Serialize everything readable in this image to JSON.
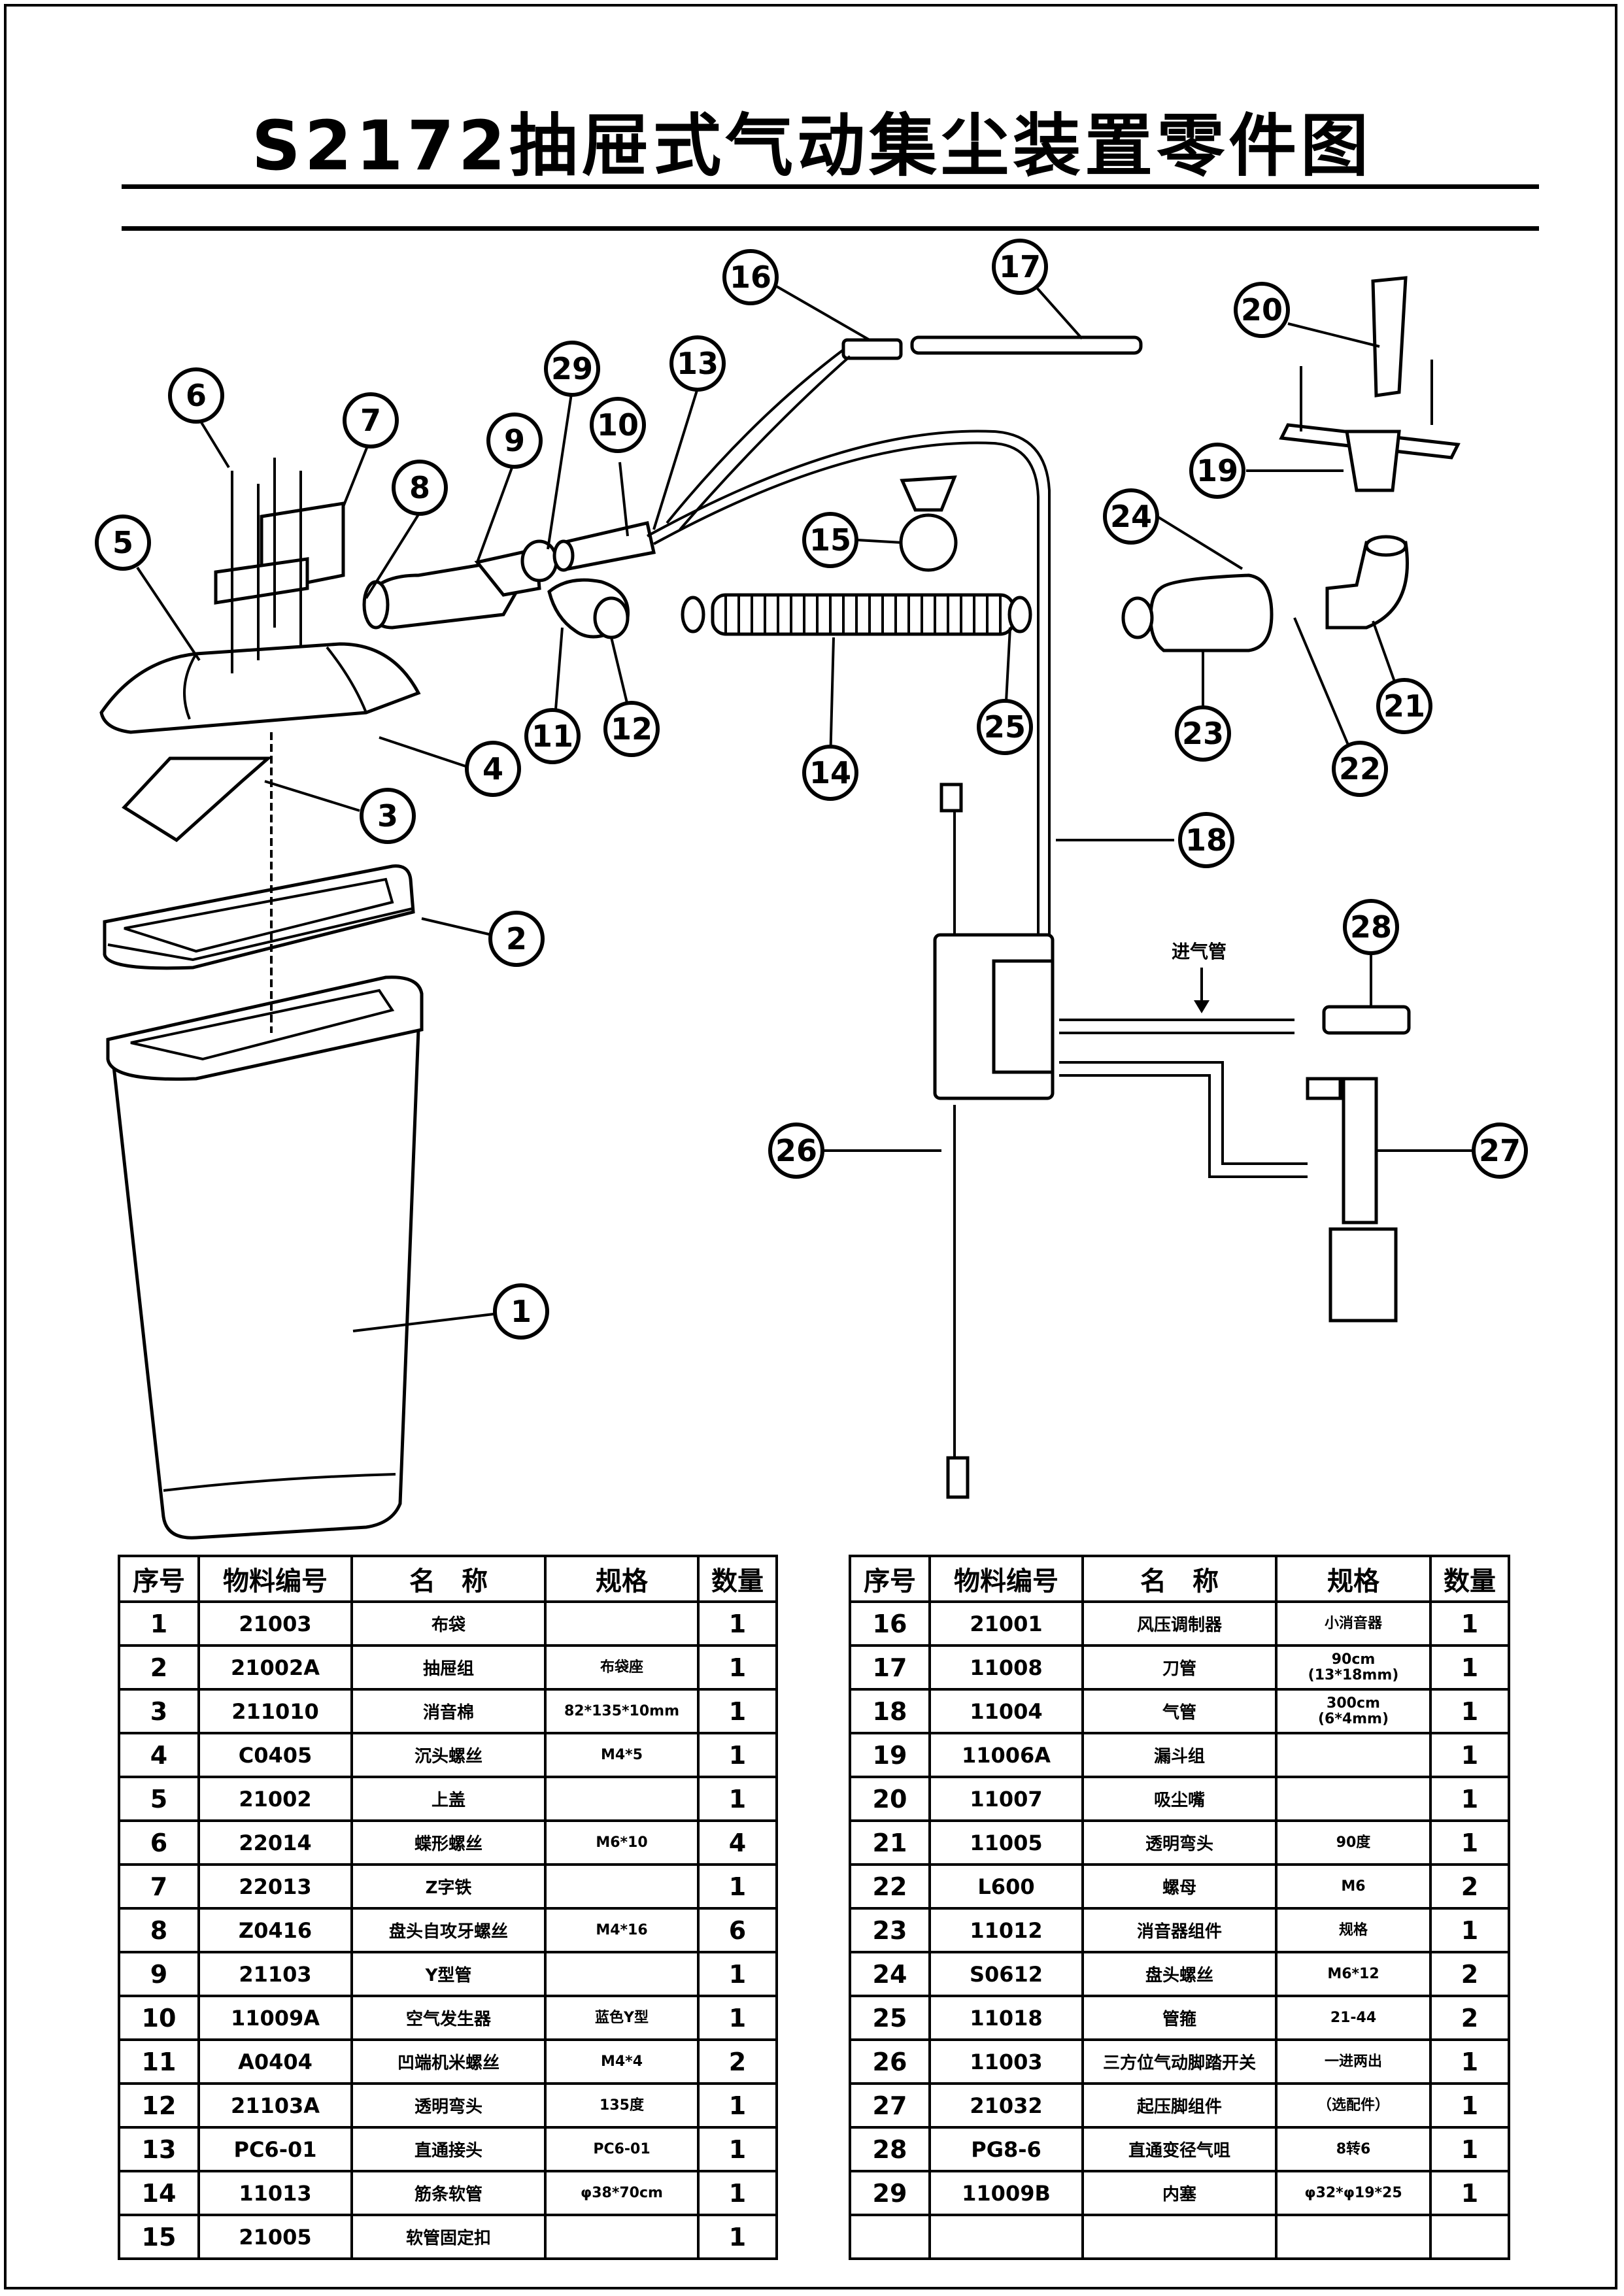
{
  "title": "S2172抽屉式气动集尘装置零件图",
  "inlet_label": "进气管",
  "table_headers": [
    "序号",
    "物料编号",
    "名　称",
    "规格",
    "数量"
  ],
  "left_table": [
    {
      "no": "1",
      "code": "21003",
      "name": "布袋",
      "spec": "",
      "qty": "1"
    },
    {
      "no": "2",
      "code": "21002A",
      "name": "抽屉组",
      "spec": "布袋座",
      "qty": "1"
    },
    {
      "no": "3",
      "code": "211010",
      "name": "消音棉",
      "spec": "82*135*10mm",
      "qty": "1"
    },
    {
      "no": "4",
      "code": "C0405",
      "name": "沉头螺丝",
      "spec": "M4*5",
      "qty": "1"
    },
    {
      "no": "5",
      "code": "21002",
      "name": "上盖",
      "spec": "",
      "qty": "1"
    },
    {
      "no": "6",
      "code": "22014",
      "name": "蝶形螺丝",
      "spec": "M6*10",
      "qty": "4"
    },
    {
      "no": "7",
      "code": "22013",
      "name": "Z字铁",
      "spec": "",
      "qty": "1"
    },
    {
      "no": "8",
      "code": "Z0416",
      "name": "盘头自攻牙螺丝",
      "spec": "M4*16",
      "qty": "6"
    },
    {
      "no": "9",
      "code": "21103",
      "name": "Y型管",
      "spec": "",
      "qty": "1"
    },
    {
      "no": "10",
      "code": "11009A",
      "name": "空气发生器",
      "spec": "蓝色Y型",
      "qty": "1"
    },
    {
      "no": "11",
      "code": "A0404",
      "name": "凹端机米螺丝",
      "spec": "M4*4",
      "qty": "2"
    },
    {
      "no": "12",
      "code": "21103A",
      "name": "透明弯头",
      "spec": "135度",
      "qty": "1"
    },
    {
      "no": "13",
      "code": "PC6-01",
      "name": "直通接头",
      "spec": "PC6-01",
      "qty": "1"
    },
    {
      "no": "14",
      "code": "11013",
      "name": "筋条软管",
      "spec": "φ38*70cm",
      "qty": "1"
    },
    {
      "no": "15",
      "code": "21005",
      "name": "软管固定扣",
      "spec": "",
      "qty": "1"
    }
  ],
  "right_table": [
    {
      "no": "16",
      "code": "21001",
      "name": "风压调制器",
      "spec": "小消音器",
      "qty": "1"
    },
    {
      "no": "17",
      "code": "11008",
      "name": "刀管",
      "spec": "90cm\n(13*18mm)",
      "qty": "1"
    },
    {
      "no": "18",
      "code": "11004",
      "name": "气管",
      "spec": "300cm\n(6*4mm)",
      "qty": "1"
    },
    {
      "no": "19",
      "code": "11006A",
      "name": "漏斗组",
      "spec": "",
      "qty": "1"
    },
    {
      "no": "20",
      "code": "11007",
      "name": "吸尘嘴",
      "spec": "",
      "qty": "1"
    },
    {
      "no": "21",
      "code": "11005",
      "name": "透明弯头",
      "spec": "90度",
      "qty": "1"
    },
    {
      "no": "22",
      "code": "L600",
      "name": "螺母",
      "spec": "M6",
      "qty": "2"
    },
    {
      "no": "23",
      "code": "11012",
      "name": "消音器组件",
      "spec": "规格",
      "qty": "1"
    },
    {
      "no": "24",
      "code": "S0612",
      "name": "盘头螺丝",
      "spec": "M6*12",
      "qty": "2"
    },
    {
      "no": "25",
      "code": "11018",
      "name": "管箍",
      "spec": "21-44",
      "qty": "2"
    },
    {
      "no": "26",
      "code": "11003",
      "name": "三方位气动脚踏开关",
      "spec": "一进两出",
      "qty": "1"
    },
    {
      "no": "27",
      "code": "21032",
      "name": "起压脚组件",
      "spec": "（选配件）",
      "qty": "1"
    },
    {
      "no": "28",
      "code": "PG8-6",
      "name": "直通变径气咀",
      "spec": "8转6",
      "qty": "1"
    },
    {
      "no": "29",
      "code": "11009B",
      "name": "内塞",
      "spec": "φ32*φ19*25",
      "qty": "1"
    },
    {
      "no": "",
      "code": "",
      "name": "",
      "spec": "",
      "qty": ""
    }
  ],
  "callouts": [
    "1",
    "2",
    "3",
    "4",
    "5",
    "6",
    "7",
    "8",
    "9",
    "10",
    "11",
    "12",
    "13",
    "14",
    "15",
    "16",
    "17",
    "18",
    "19",
    "20",
    "21",
    "22",
    "23",
    "24",
    "25",
    "26",
    "27",
    "28",
    "29"
  ]
}
